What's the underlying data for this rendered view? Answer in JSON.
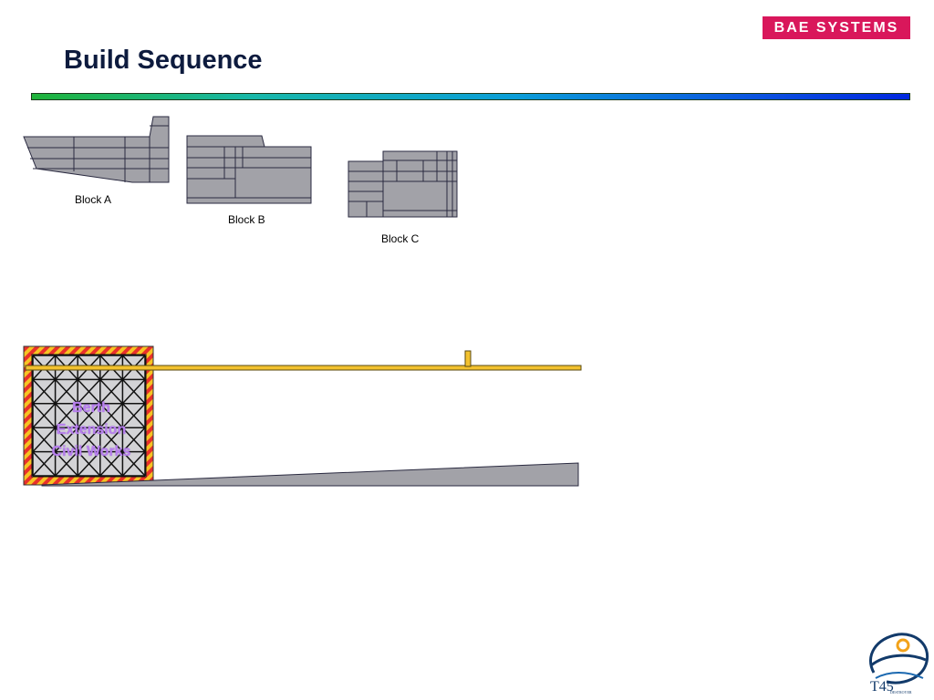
{
  "header": {
    "brand": "BAE SYSTEMS",
    "title": "Build Sequence"
  },
  "blocks": [
    {
      "label": "Block A"
    },
    {
      "label": "Block B"
    },
    {
      "label": "Block C"
    }
  ],
  "berth": {
    "lines": [
      "Berth",
      "Extension",
      "Civil Works"
    ]
  },
  "emblem": {
    "mark": "T45",
    "caption": "DESTROYER"
  },
  "colors": {
    "brand": "#d9175b",
    "block_fill": "#a2a2a8",
    "rail": "#f2c12e",
    "hazard_red": "#e8302a",
    "hazard_yellow": "#f6c323",
    "berth_text": "#b880ee"
  }
}
